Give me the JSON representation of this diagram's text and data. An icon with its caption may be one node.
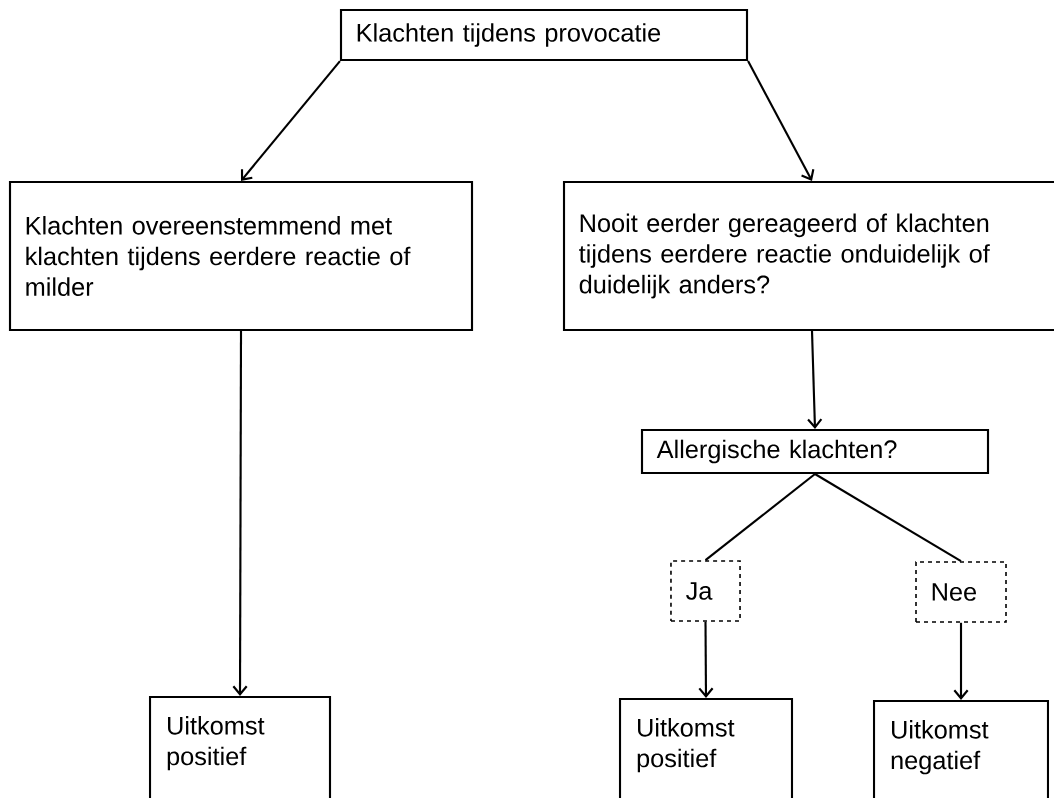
{
  "diagram": {
    "nodes": [
      {
        "text": [
          "Klachten tijdens provocatie"
        ]
      },
      {
        "text": [
          "Klachten overeenstemmend met klachten tijdens eerdere reactie of milder"
        ]
      },
      {
        "text": [
          "Nooit eerder gereageerd of klachten tijdens eerdere reactie onduidelijk of duidelijk anders?"
        ]
      },
      {
        "text": [
          "Allergische klachten?"
        ]
      },
      {
        "text": [
          "Ja"
        ]
      },
      {
        "text": [
          "Nee"
        ]
      },
      {
        "text": [
          "Uitkomst positief"
        ]
      },
      {
        "text": [
          "Uitkomst positief"
        ]
      },
      {
        "text": [
          "Uitkomst negatief"
        ]
      }
    ],
    "edges": [
      {
        "from": 0,
        "to": 1,
        "arrow": "to"
      },
      {
        "from": 0,
        "to": 2,
        "arrow": "to"
      },
      {
        "from": 1,
        "to": 6,
        "arrow": "to"
      },
      {
        "from": 2,
        "to": 3,
        "arrow": "to"
      },
      {
        "from": 3,
        "to": 4,
        "arrow": "none"
      },
      {
        "from": 3,
        "to": 5,
        "arrow": "none"
      },
      {
        "from": 4,
        "to": 7,
        "arrow": "to"
      },
      {
        "from": 5,
        "to": 8,
        "arrow": "to"
      }
    ]
  }
}
